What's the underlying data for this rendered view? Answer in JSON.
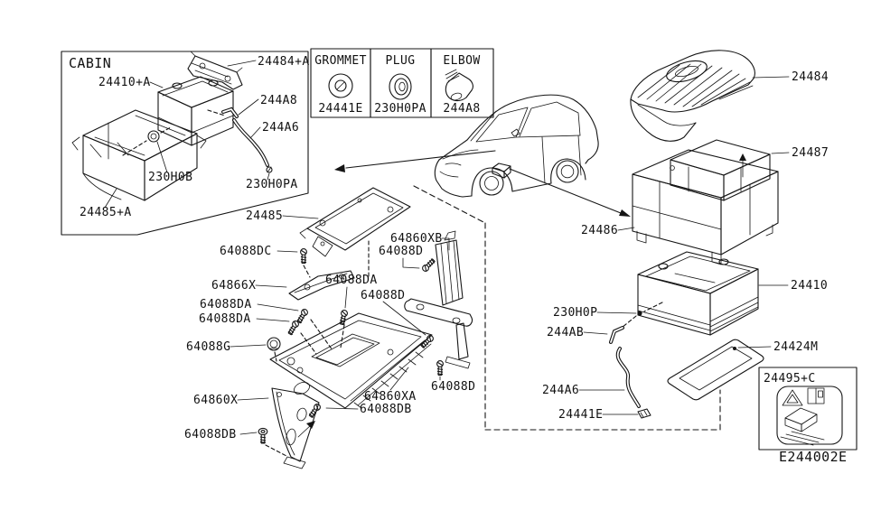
{
  "diagram": {
    "section_title": "CABIN",
    "code": "E244002E",
    "legend": [
      {
        "name": "GROMMET",
        "part": "24441E"
      },
      {
        "name": "PLUG",
        "part": "230H0PA"
      },
      {
        "name": "ELBOW",
        "part": "244A8"
      }
    ],
    "labels": {
      "p24484a": "24484+A",
      "p24410a": "24410+A",
      "p244a8_cabin": "244A8",
      "p244a6_cabin": "244A6",
      "p230h0b": "230H0B",
      "p230h0pa_cabin": "230H0PA",
      "p24485a": "24485+A",
      "p24485": "24485",
      "p24484": "24484",
      "p24487": "24487",
      "p24486": "24486",
      "p24410": "24410",
      "p230h0p": "230H0P",
      "p244ab": "244AB",
      "p24424m": "24424M",
      "p244a6": "244A6",
      "p24441e": "24441E",
      "p24495c": "24495+C",
      "p64088dc": "64088DC",
      "p64860xb": "64860XB",
      "p64088d_1": "64088D",
      "p64866x": "64866X",
      "p64088da_center": "64088DA",
      "p64088d_2": "64088D",
      "p64088da_1": "64088DA",
      "p64088da_2": "64088DA",
      "p64088g": "64088G",
      "p64860x": "64860X",
      "p64088db_1": "64088DB",
      "p64088db_2": "64088DB",
      "p64860xa": "64860XA",
      "p64088d_3": "64088D"
    }
  }
}
